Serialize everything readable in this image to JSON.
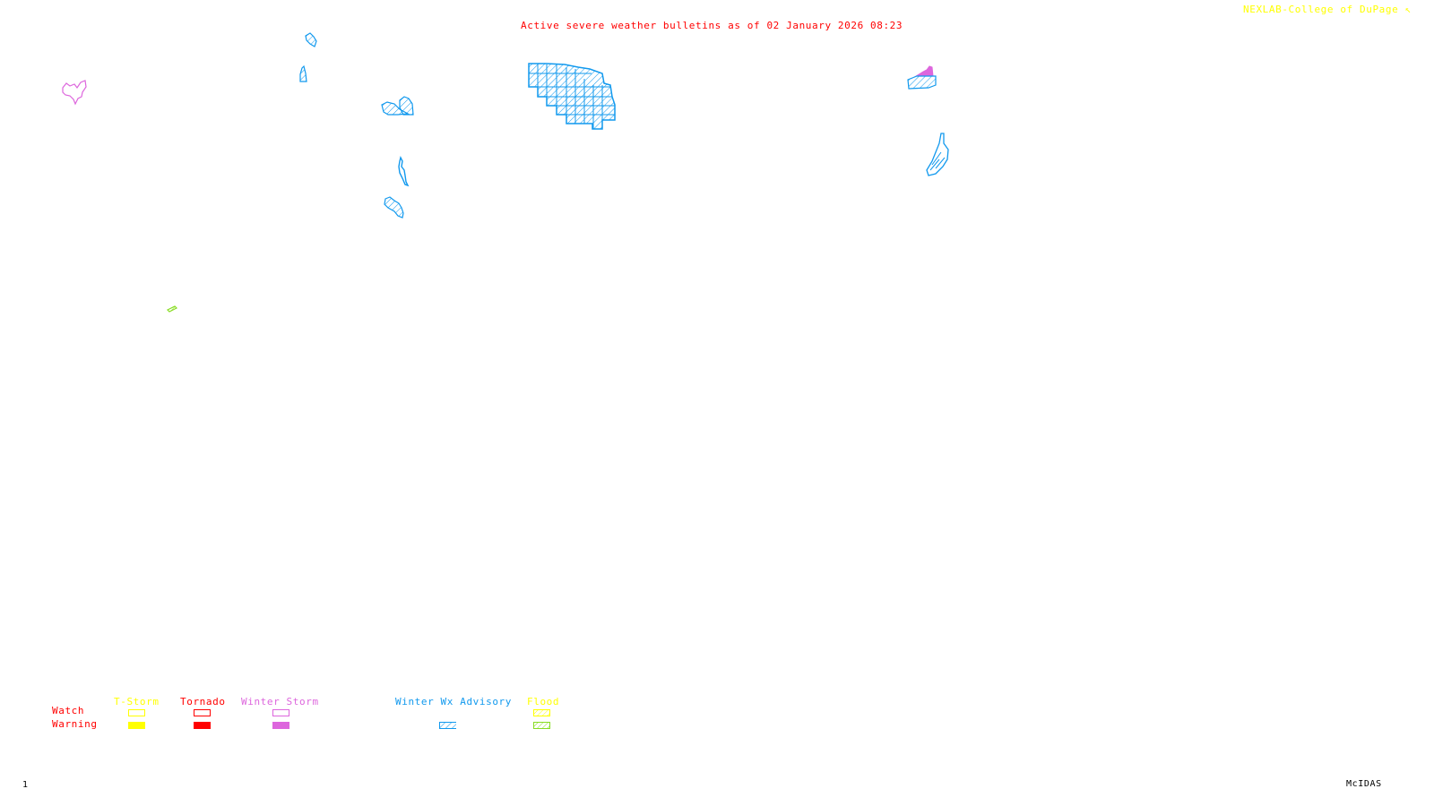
{
  "header": {
    "title": "Active severe weather bulletins as of 02 January 2026 08:23",
    "credit": "NEXLAB-College of DuPage",
    "credit_icon": "corner-logo-icon"
  },
  "footer": {
    "frame_number": "1",
    "software": "McIDAS"
  },
  "colors": {
    "title": "#ff0000",
    "credit": "#ffff00",
    "tstorm": "#ffff00",
    "tornado": "#ff0000",
    "winter_storm": "#dd66dd",
    "winter_wx_advisory": "#1199ee",
    "flood_watch": "#ffff00",
    "flood_warning": "#88dd22",
    "row_labels": "#ff0000",
    "background": "#ffffff"
  },
  "legend": {
    "rows": [
      "Watch",
      "Warning"
    ],
    "categories": [
      {
        "name": "T-Storm",
        "color_key": "tstorm",
        "watch": "outline",
        "warning": "filled"
      },
      {
        "name": "Tornado",
        "color_key": "tornado",
        "watch": "outline",
        "warning": "filled"
      },
      {
        "name": "Winter Storm",
        "color_key": "winter_storm",
        "watch": "outline",
        "warning": "filled"
      },
      {
        "name": "Winter Wx Advisory",
        "color_key": "winter_wx_advisory",
        "watch": null,
        "warning": "hatched"
      },
      {
        "name": "Flood",
        "color_key": "flood_watch",
        "watch": "hatched",
        "warning": "hatched"
      }
    ]
  },
  "map": {
    "bulletins": [
      {
        "id": "winter-storm-outline-west",
        "type": "Winter Storm",
        "style": "outline"
      },
      {
        "id": "wwa-small-1",
        "type": "Winter Wx Advisory",
        "style": "hatched"
      },
      {
        "id": "wwa-small-2",
        "type": "Winter Wx Advisory",
        "style": "hatched"
      },
      {
        "id": "wwa-pair",
        "type": "Winter Wx Advisory",
        "style": "hatched"
      },
      {
        "id": "wwa-narrow",
        "type": "Winter Wx Advisory",
        "style": "hatched"
      },
      {
        "id": "wwa-cluster",
        "type": "Winter Wx Advisory",
        "style": "hatched"
      },
      {
        "id": "wwa-counties-large",
        "type": "Winter Wx Advisory",
        "style": "hatched"
      },
      {
        "id": "winter-storm-warning-east",
        "type": "Winter Storm",
        "style": "filled"
      },
      {
        "id": "wwa-east-box",
        "type": "Winter Wx Advisory",
        "style": "hatched"
      },
      {
        "id": "wwa-east-strip",
        "type": "Winter Wx Advisory",
        "style": "hatched"
      },
      {
        "id": "flood-warning-small",
        "type": "Flood",
        "style": "hatched-warning"
      }
    ]
  }
}
